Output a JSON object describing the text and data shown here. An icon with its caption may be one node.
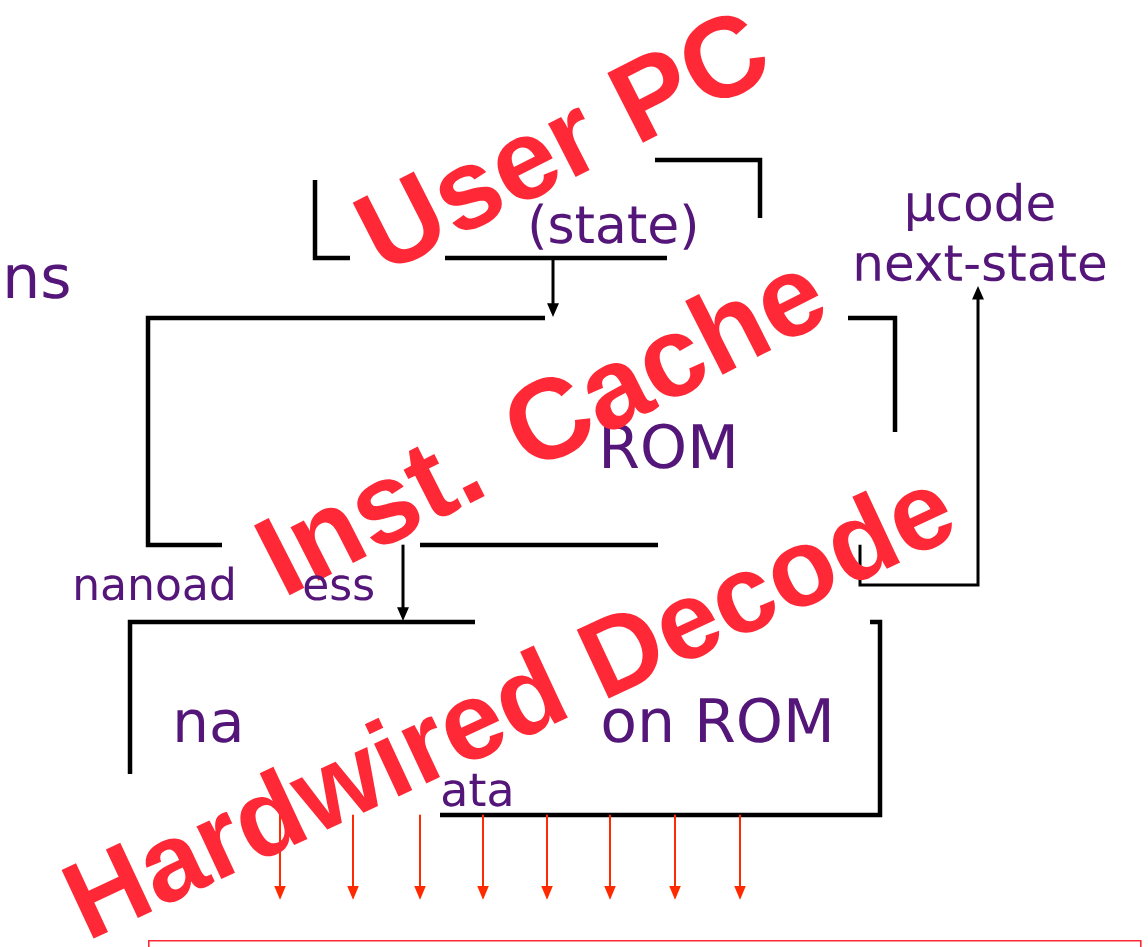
{
  "diagram": {
    "nodes": [
      {
        "text": [
          "(state)"
        ]
      },
      {
        "text": [
          "ROM"
        ]
      },
      {
        "text": [
          "na",
          "on ROM",
          "ata"
        ]
      },
      {
        "text": [
          "μcode next-state"
        ]
      },
      {
        "text": [],
        "shape": "box"
      }
    ],
    "edges": [
      {
        "from": 0,
        "to": 1,
        "arrow": "to",
        "color": "#000000"
      },
      {
        "from": 1,
        "to": 2,
        "arrow": "to",
        "color": "#000000"
      },
      {
        "from": 1,
        "to": 3,
        "arrow": "to",
        "color": "#000000"
      },
      {
        "from": 2,
        "to": 4,
        "arrow": "to",
        "color": "#ff2a00"
      },
      {
        "from": 2,
        "to": 4,
        "arrow": "to",
        "color": "#ff2a00"
      },
      {
        "from": 2,
        "to": 4,
        "arrow": "to",
        "color": "#ff2a00"
      },
      {
        "from": 2,
        "to": 4,
        "arrow": "to",
        "color": "#ff2a00"
      },
      {
        "from": 2,
        "to": 4,
        "arrow": "to",
        "color": "#ff2a00"
      },
      {
        "from": 2,
        "to": 4,
        "arrow": "to",
        "color": "#ff2a00"
      },
      {
        "from": 2,
        "to": 4,
        "arrow": "to",
        "color": "#ff2a00"
      },
      {
        "from": 2,
        "to": 4,
        "arrow": "to",
        "color": "#ff2a00"
      }
    ],
    "labels": [
      "User PC",
      "ns",
      "Inst. Cache",
      "nanoad",
      "ess",
      "Hardwired Decode"
    ]
  }
}
